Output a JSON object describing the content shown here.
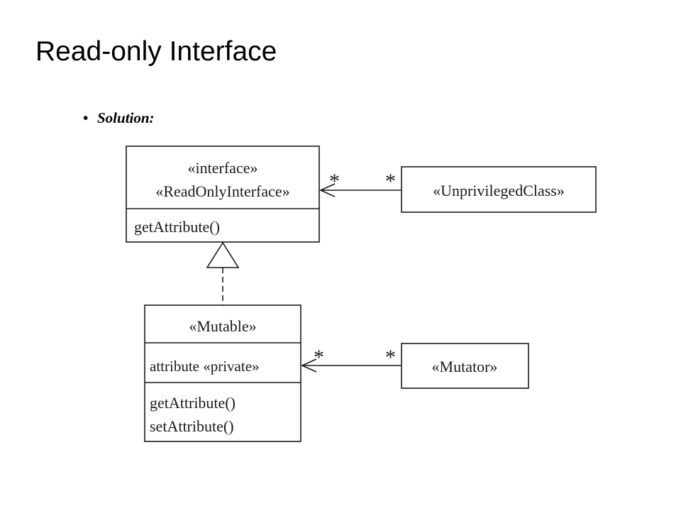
{
  "slide": {
    "title": "Read-only Interface",
    "bullet": "Solution:"
  },
  "diagram": {
    "read_only_interface": {
      "stereotype": "«interface»",
      "name": "«ReadOnlyInterface»",
      "operations": [
        "getAttribute()"
      ]
    },
    "unprivileged_class": {
      "name": "«UnprivilegedClass»"
    },
    "mutable": {
      "name": "«Mutable»",
      "attributes": [
        "attribute «private»"
      ],
      "operations": [
        "getAttribute()",
        "setAttribute()"
      ]
    },
    "mutator": {
      "name": "«Mutator»"
    },
    "associations": {
      "unprivileged_to_interface": {
        "target_multiplicity": "*",
        "source_multiplicity": "*"
      },
      "mutator_to_mutable": {
        "target_multiplicity": "*",
        "source_multiplicity": "*"
      }
    }
  },
  "colors": {
    "line": "#1a1a1a",
    "background": "#ffffff"
  }
}
